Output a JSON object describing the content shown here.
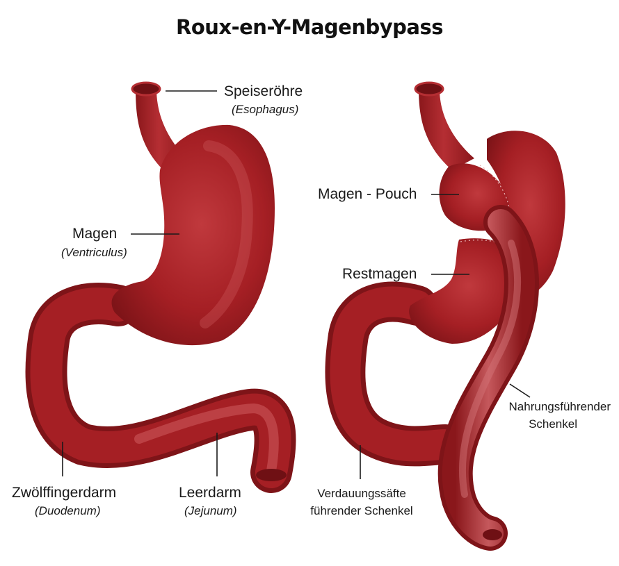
{
  "title": "Roux-en-Y-Magenbypass",
  "labels": {
    "esophagus": {
      "name": "Speiseröhre",
      "latin": "(Esophagus)"
    },
    "stomach": {
      "name": "Magen",
      "latin": "(Ventriculus)"
    },
    "duodenum": {
      "name": "Zwölffingerdarm",
      "latin": "(Duodenum)"
    },
    "jejunum": {
      "name": "Leerdarm",
      "latin": "(Jejunum)"
    },
    "pouch": {
      "name": "Magen - Pouch"
    },
    "remnant": {
      "name": "Restmagen"
    },
    "alimentary_limb": {
      "line1": "Nahrungsführender",
      "line2": "Schenkel"
    },
    "biliopancreatic_limb": {
      "line1": "Verdauungssäfte",
      "line2": "führender Schenkel"
    }
  },
  "colors": {
    "tissue": "#a51f24",
    "tissue_dark": "#7e1418",
    "tissue_light": "#c9464a",
    "lumen": "#6f1014"
  }
}
